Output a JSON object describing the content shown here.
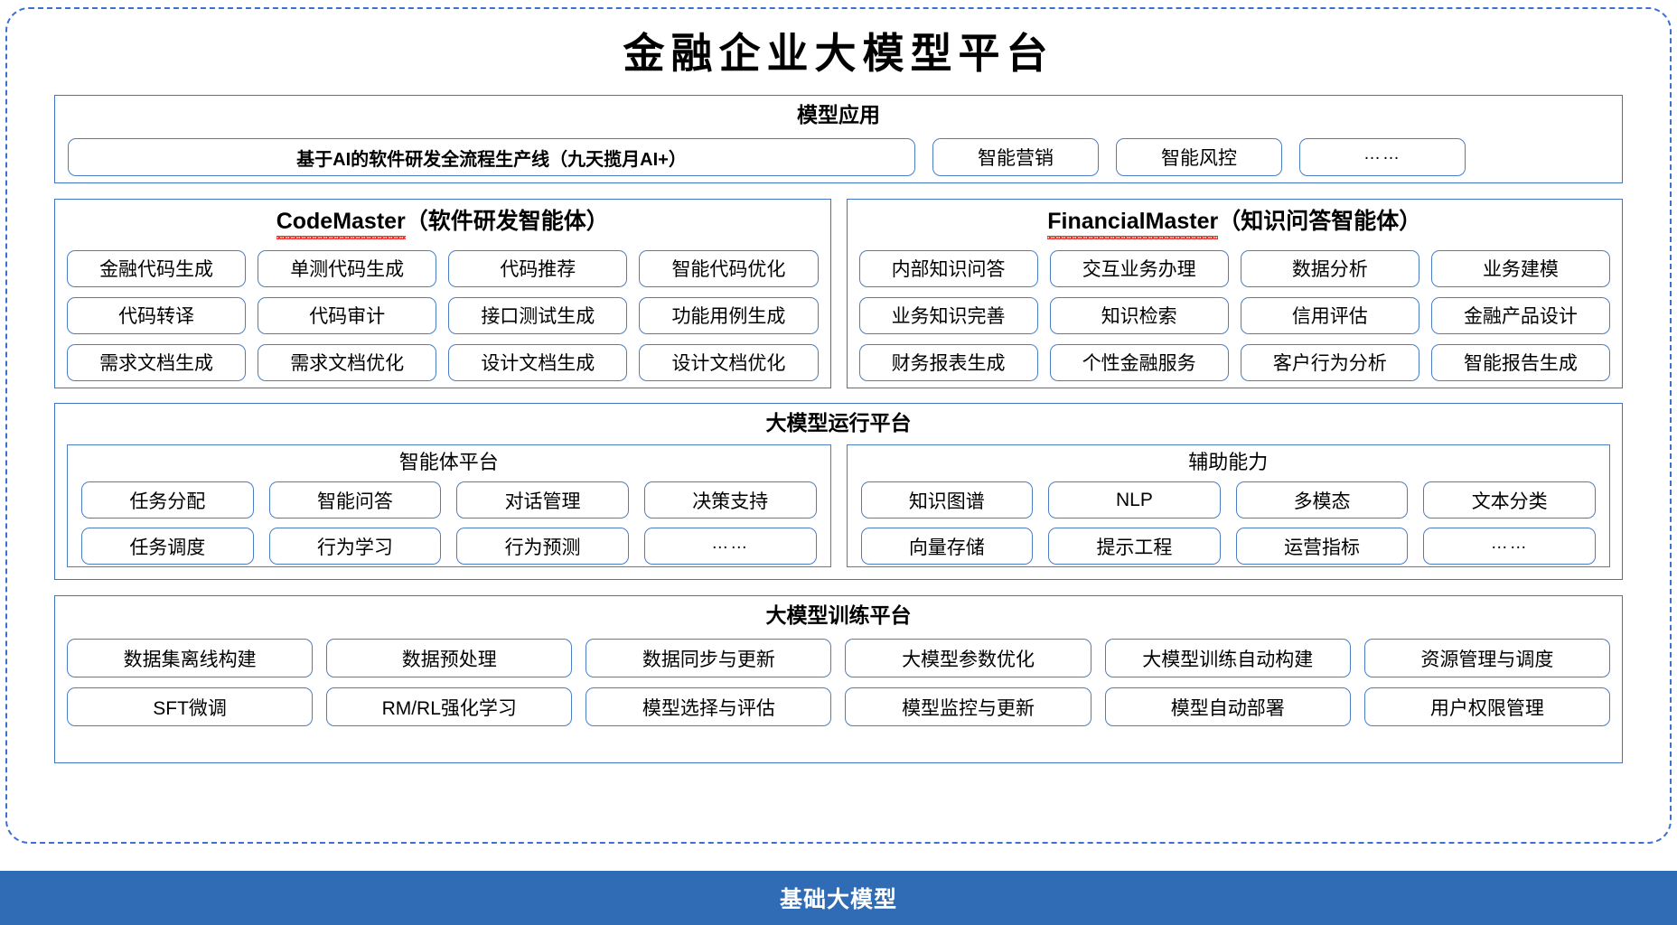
{
  "title": "金融企业大模型平台",
  "colors": {
    "frame_dashed": "#3d6fd4",
    "panel_border": "#3f74c0",
    "pill_border": "#4a7ec4",
    "base_bar": "#2f6cb5",
    "spellcheck_squiggle": "#e8332a"
  },
  "model_application": {
    "title": "模型应用",
    "primary_item": "基于AI的软件研发全流程生产线（九天揽月AI+）",
    "items": [
      "智能营销",
      "智能风控",
      "……"
    ]
  },
  "agents": [
    {
      "name_en": "CodeMaster",
      "name_cn": "（软件研发智能体）",
      "items": [
        "金融代码生成",
        "单测代码生成",
        "代码推荐",
        "智能代码优化",
        "代码转译",
        "代码审计",
        "接口测试生成",
        "功能用例生成",
        "需求文档生成",
        "需求文档优化",
        "设计文档生成",
        "设计文档优化"
      ]
    },
    {
      "name_en": "FinancialMaster",
      "name_cn": "（知识问答智能体）",
      "items": [
        "内部知识问答",
        "交互业务办理",
        "数据分析",
        "业务建模",
        "业务知识完善",
        "知识检索",
        "信用评估",
        "金融产品设计",
        "财务报表生成",
        "个性金融服务",
        "客户行为分析",
        "智能报告生成"
      ]
    }
  ],
  "run_platform": {
    "title": "大模型运行平台",
    "sections": [
      {
        "title": "智能体平台",
        "items": [
          "任务分配",
          "智能问答",
          "对话管理",
          "决策支持",
          "任务调度",
          "行为学习",
          "行为预测",
          "……"
        ]
      },
      {
        "title": "辅助能力",
        "items": [
          "知识图谱",
          "NLP",
          "多模态",
          "文本分类",
          "向量存储",
          "提示工程",
          "运营指标",
          "……"
        ]
      }
    ]
  },
  "train_platform": {
    "title": "大模型训练平台",
    "items": [
      "数据集离线构建",
      "数据预处理",
      "数据同步与更新",
      "大模型参数优化",
      "大模型训练自动构建",
      "资源管理与调度",
      "SFT微调",
      "RM/RL强化学习",
      "模型选择与评估",
      "模型监控与更新",
      "模型自动部署",
      "用户权限管理"
    ]
  },
  "base_model": {
    "label": "基础大模型"
  }
}
